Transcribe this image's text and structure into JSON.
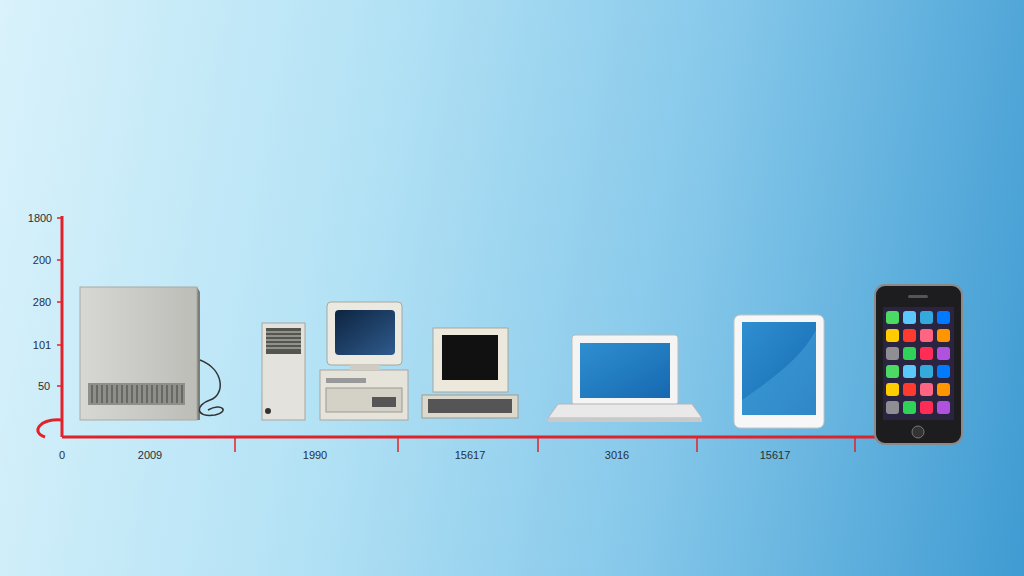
{
  "diagram": {
    "labels": [
      "1800",
      "200",
      "280",
      "101",
      "50",
      "0",
      "2009",
      "1990",
      "15617",
      "3016",
      "15617"
    ]
  }
}
